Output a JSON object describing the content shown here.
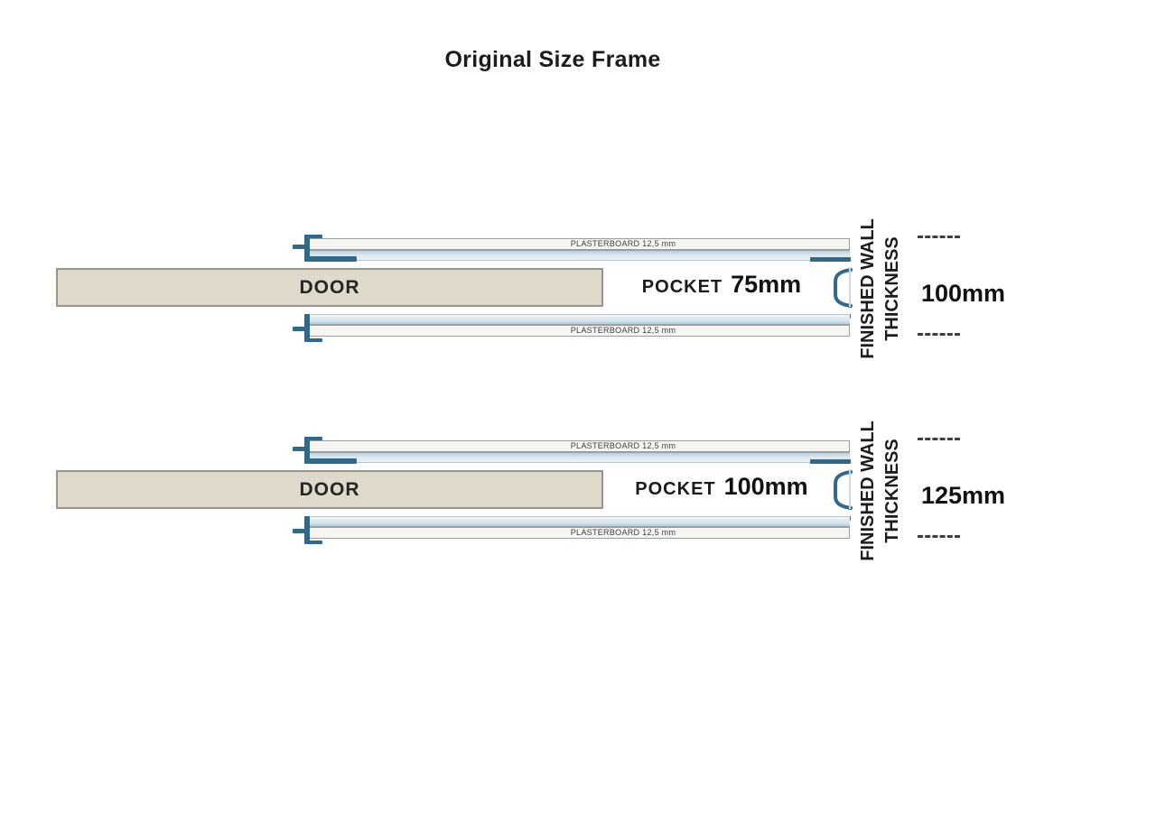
{
  "title": "Original Size Frame",
  "colors": {
    "steel_blue": "#2f6a8c",
    "board_blue_light": "#d8e5ec",
    "board_white": "#f6f5f1",
    "door_beige": "#ded9ca",
    "text_dark": "#1c1c1c"
  },
  "diagrams": [
    {
      "door_label": "DOOR",
      "pocket_label": "POCKET",
      "pocket_size": "75mm",
      "top_board_label": "PLASTERBOARD 12,5 mm",
      "bottom_board_label": "PLASTERBOARD 12,5 mm",
      "wall_label_line1": "FINISHED WALL",
      "wall_label_line2": "THICKNESS",
      "finished_wall_thickness": "100mm"
    },
    {
      "door_label": "DOOR",
      "pocket_label": "POCKET",
      "pocket_size": "100mm",
      "top_board_label": "PLASTERBOARD 12,5 mm",
      "bottom_board_label": "PLASTERBOARD 12,5 mm",
      "wall_label_line1": "FINISHED WALL",
      "wall_label_line2": "THICKNESS",
      "finished_wall_thickness": "125mm"
    }
  ]
}
